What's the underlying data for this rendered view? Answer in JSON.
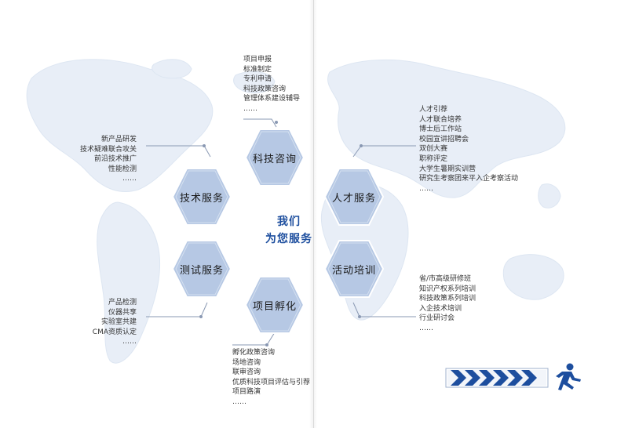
{
  "center": {
    "line1": "我们",
    "line2": "为您服务"
  },
  "hexes": {
    "keji": {
      "label": "科技咨询"
    },
    "jishu": {
      "label": "技术服务"
    },
    "rencai": {
      "label": "人才服务"
    },
    "ceshi": {
      "label": "测试服务"
    },
    "huodong": {
      "label": "活动培训"
    },
    "xiangmu": {
      "label": "项目孵化"
    }
  },
  "lists": {
    "keji": [
      "项目申报",
      "标准制定",
      "专利申请",
      "科技政策咨询",
      "管理体系建设辅导",
      "……"
    ],
    "jishu": [
      "新产品研发",
      "技术疑难联合攻关",
      "前沿技术推广",
      "性能检测",
      "……"
    ],
    "rencai": [
      "人才引荐",
      "人才联合培养",
      "博士后工作站",
      "校园宣讲招聘会",
      "双创大赛",
      "职称评定",
      "大学生暑期实训营",
      "研究生考察团来平入企考察活动",
      "……"
    ],
    "ceshi": [
      "产品检测",
      "仪器共享",
      "实验室共建",
      "CMA资质认定",
      "……"
    ],
    "huodong": [
      "省/市高级研修班",
      "知识产权系列培训",
      "科技政策系列培训",
      "入企技术培训",
      "行业研讨会",
      "……"
    ],
    "xiangmu": [
      "孵化政策咨询",
      "场地咨询",
      "联审咨询",
      "优质科技项目评估与引荐",
      "项目路演",
      "……"
    ]
  },
  "colors": {
    "hex_fill": "#b6c8e4",
    "hex_edge": "#ffffff",
    "accent": "#1d4e9e",
    "arrow_blue": "#1d4e9e",
    "map": "#e9eff7"
  }
}
